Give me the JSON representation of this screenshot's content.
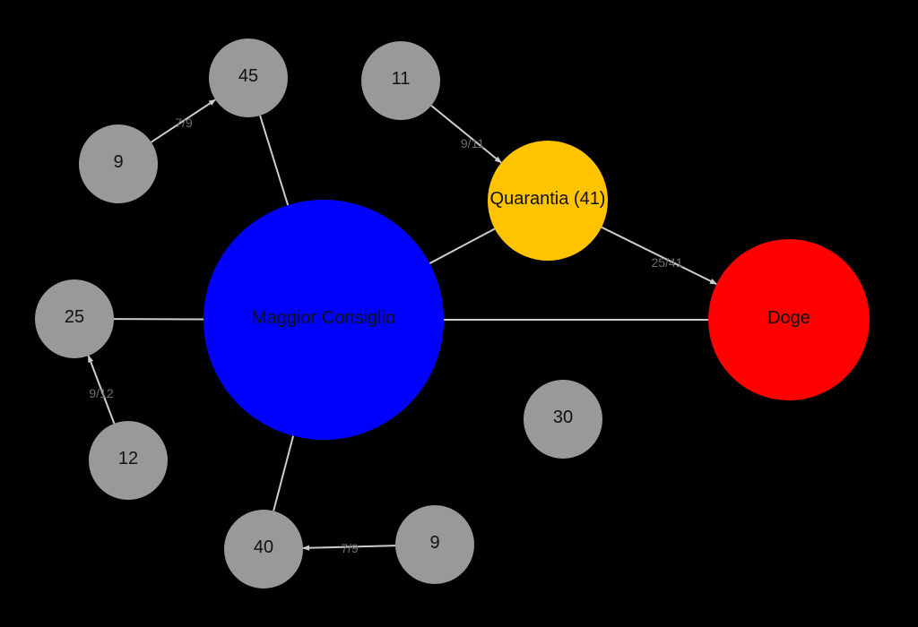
{
  "colors": {
    "background": "#000000",
    "grey_node": "#999999",
    "edge": "#cccccc",
    "label": "#111111"
  },
  "diagram": {
    "nodes": [
      {
        "id": "maggior",
        "label": "Maggior Consiglio",
        "color": "#0000ff"
      },
      {
        "id": "quarantia",
        "label": "Quarantia (41)",
        "color": "#ffc300"
      },
      {
        "id": "doge",
        "label": "Doge",
        "color": "#ff0000"
      },
      {
        "id": "n45",
        "label": "45",
        "color": "#999999"
      },
      {
        "id": "n9a",
        "label": "9",
        "color": "#999999"
      },
      {
        "id": "n11",
        "label": "11",
        "color": "#999999"
      },
      {
        "id": "n25",
        "label": "25",
        "color": "#999999"
      },
      {
        "id": "n12",
        "label": "12",
        "color": "#999999"
      },
      {
        "id": "n30",
        "label": "30",
        "color": "#999999"
      },
      {
        "id": "n40",
        "label": "40",
        "color": "#999999"
      },
      {
        "id": "n9b",
        "label": "9",
        "color": "#999999"
      }
    ],
    "edges": [
      {
        "from": "n9a",
        "to": "n45",
        "label": "7/9",
        "directed": true
      },
      {
        "from": "n11",
        "to": "quarantia",
        "label": "9/11",
        "directed": true
      },
      {
        "from": "quarantia",
        "to": "doge",
        "label": "25/41",
        "directed": true
      },
      {
        "from": "n12",
        "to": "n25",
        "label": "9/12",
        "directed": true
      },
      {
        "from": "n9b",
        "to": "n40",
        "label": "7/9",
        "directed": true
      },
      {
        "from": "n45",
        "to": "maggior",
        "label": "",
        "directed": false
      },
      {
        "from": "maggior",
        "to": "quarantia",
        "label": "",
        "directed": false
      },
      {
        "from": "maggior",
        "to": "doge",
        "label": "",
        "directed": false
      },
      {
        "from": "n25",
        "to": "maggior",
        "label": "",
        "directed": false
      },
      {
        "from": "maggior",
        "to": "n40",
        "label": "",
        "directed": false
      }
    ]
  }
}
